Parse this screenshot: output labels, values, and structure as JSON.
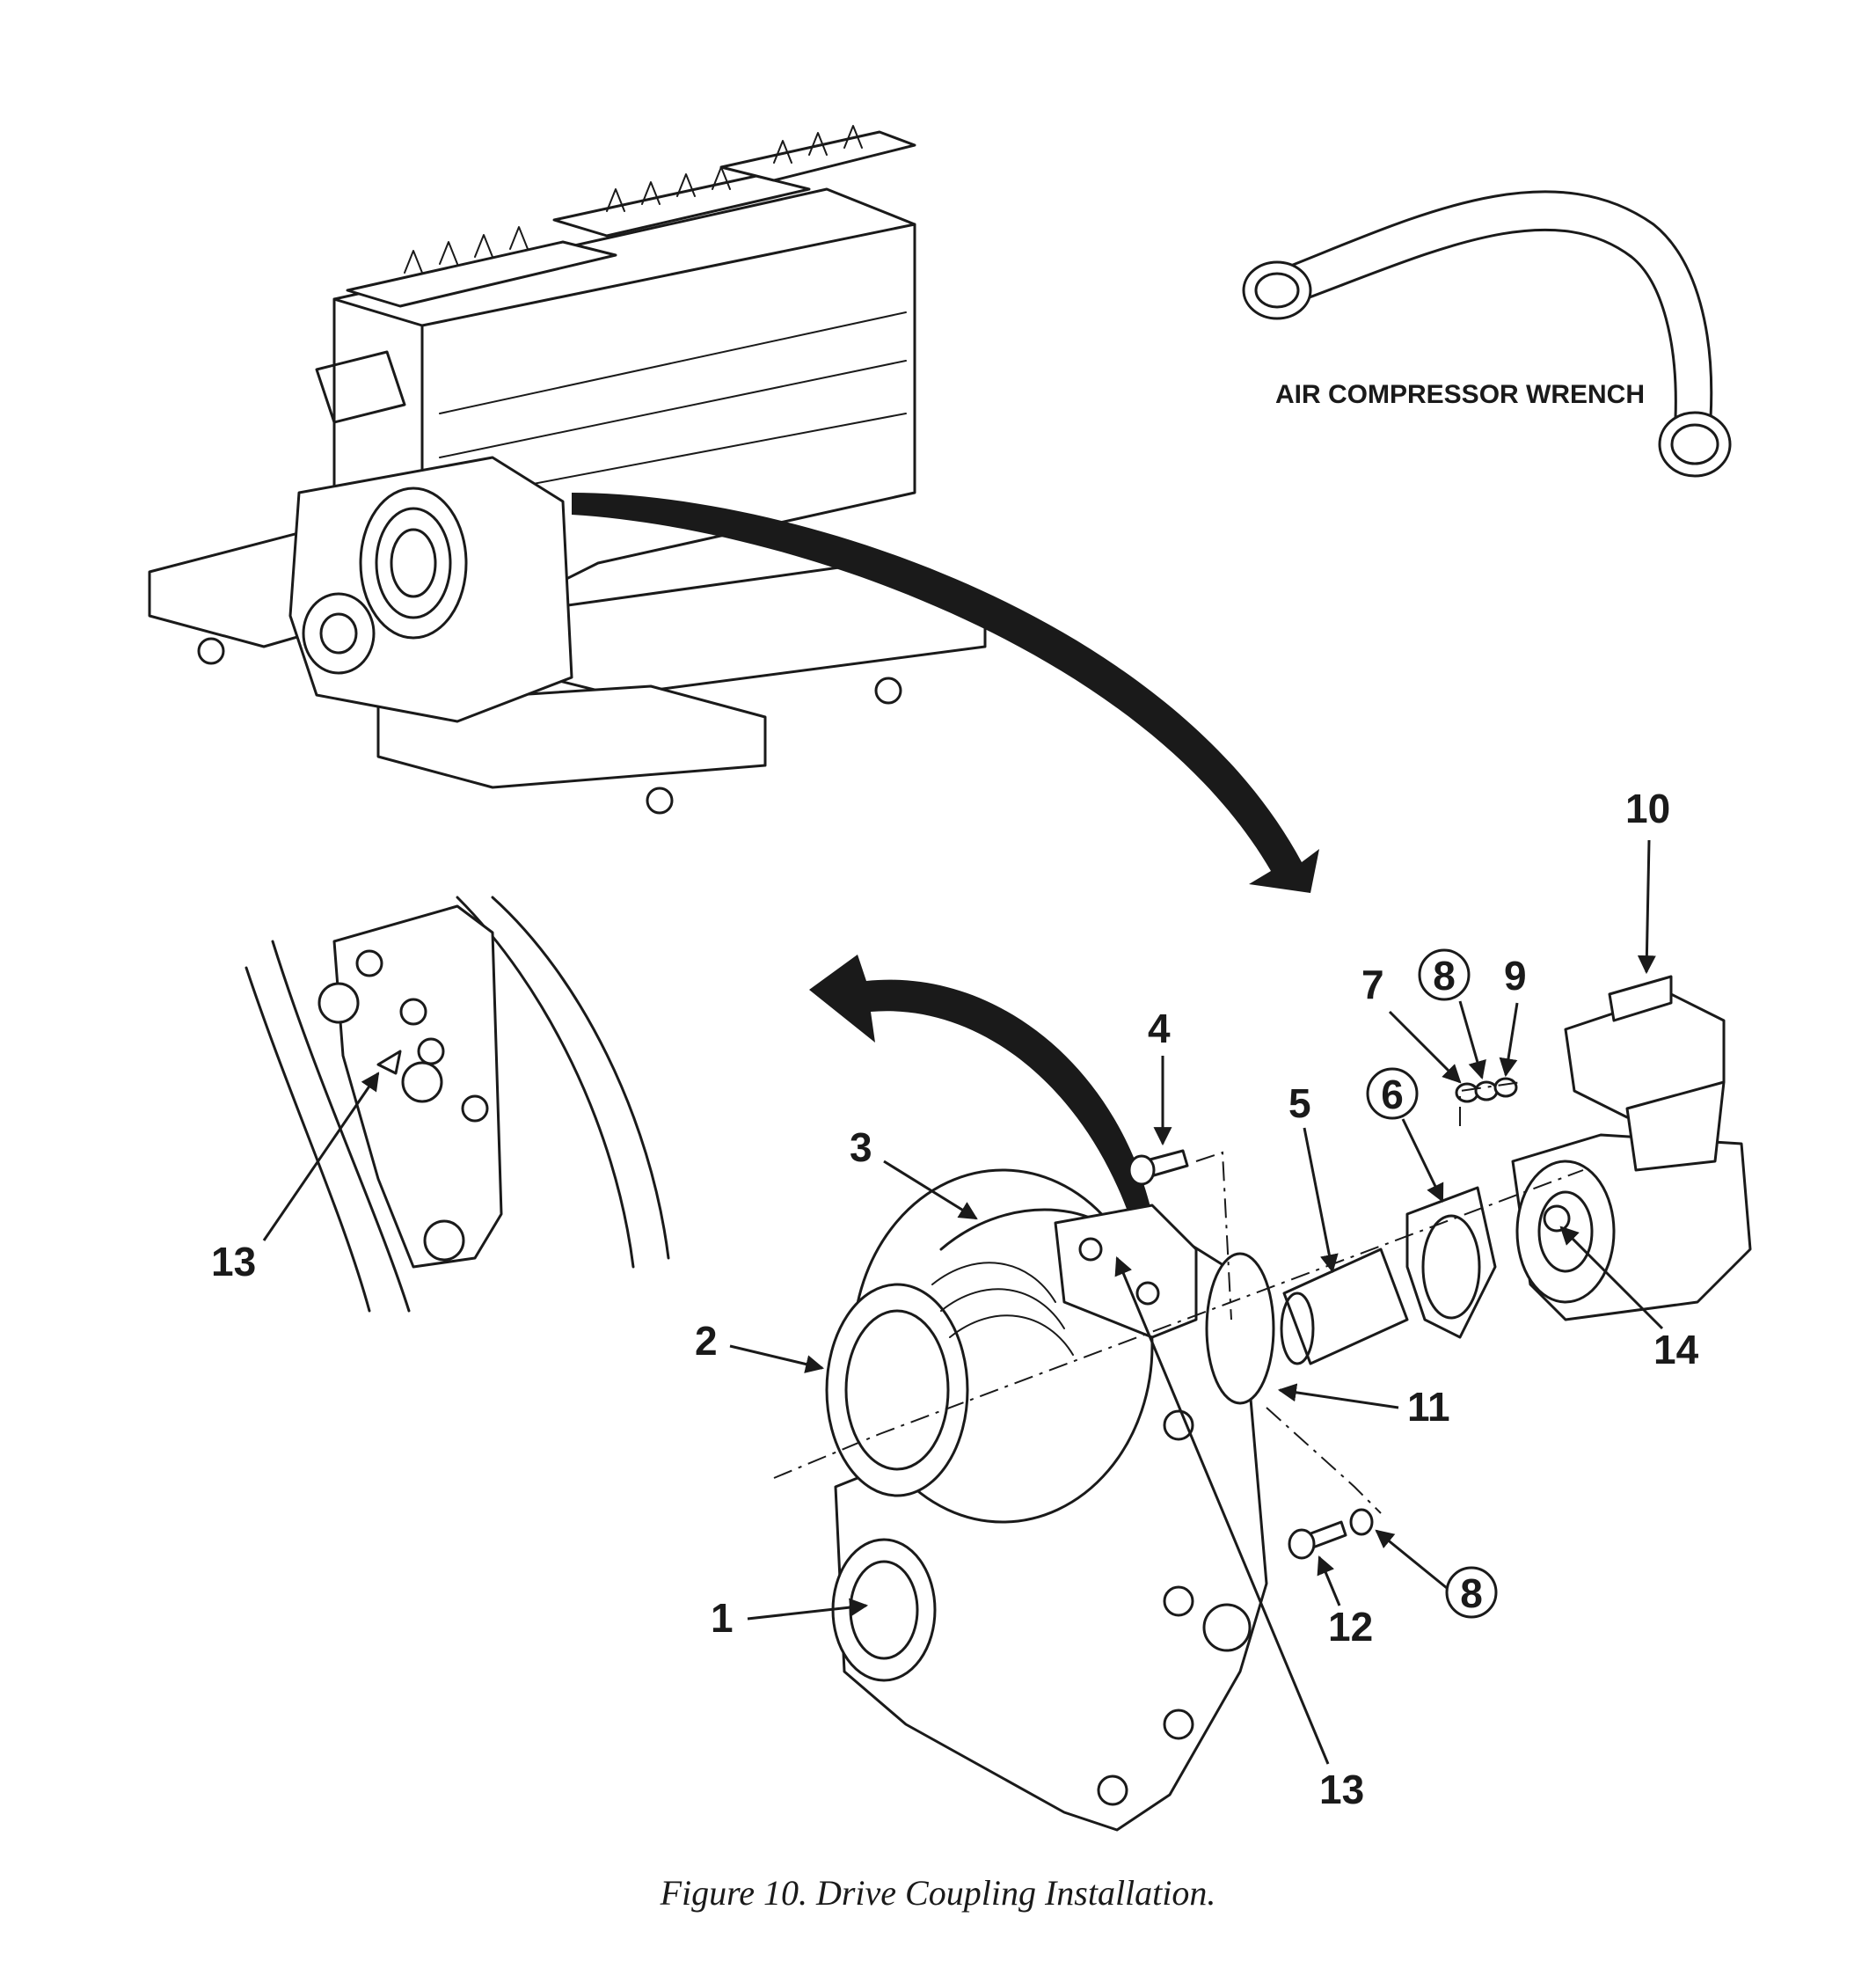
{
  "figure": {
    "caption": "Figure 10.  Drive Coupling Installation.",
    "tool_label": "AIR COMPRESSOR WRENCH"
  },
  "callouts": {
    "c1": "1",
    "c2": "2",
    "c3": "3",
    "c4": "4",
    "c5": "5",
    "c6": "6",
    "c7": "7",
    "c8_top": "8",
    "c8_bottom": "8",
    "c9": "9",
    "c10": "10",
    "c11": "11",
    "c12": "12",
    "c13_detail": "13",
    "c13_main": "13",
    "c14": "14"
  }
}
